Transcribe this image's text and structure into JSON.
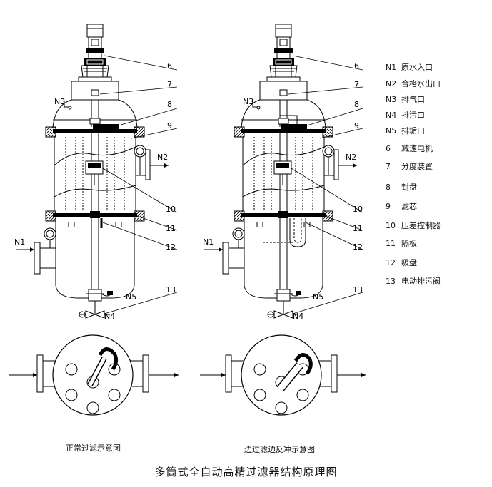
{
  "title": "多筒式全自动高精过滤器结构原理图",
  "captions": {
    "left": "正常过滤示意图",
    "right": "边过滤边反冲示意图"
  },
  "callouts": {
    "n1": "N1",
    "n2": "N2",
    "n3": "N3",
    "n4": "N4",
    "n5": "N5",
    "c6": "6",
    "c7": "7",
    "c8": "8",
    "c9": "9",
    "c10": "10",
    "c11": "11",
    "c12": "12",
    "c13": "13"
  },
  "legend": [
    {
      "code": "N1",
      "text": "原水入口"
    },
    {
      "code": "N2",
      "text": "合格水出口"
    },
    {
      "code": "N3",
      "text": "排气口"
    },
    {
      "code": "N4",
      "text": "排污口"
    },
    {
      "code": "N5",
      "text": "排垢口"
    },
    {
      "code": "6",
      "text": "减速电机"
    },
    {
      "code": "7",
      "text": "分度装置"
    },
    {
      "code": "8",
      "text": "封盘"
    },
    {
      "code": "9",
      "text": "滤芯"
    },
    {
      "code": "10",
      "text": "压差控制器"
    },
    {
      "code": "11",
      "text": "隔板"
    },
    {
      "code": "12",
      "text": "吸盘"
    },
    {
      "code": "13",
      "text": "电动排污阀"
    }
  ]
}
